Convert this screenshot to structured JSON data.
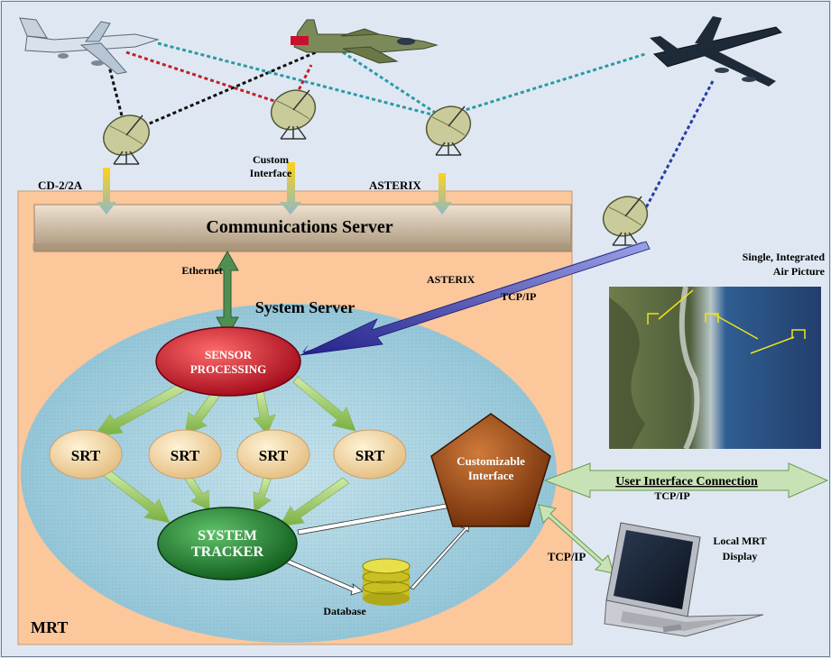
{
  "labels": {
    "cd2": "CD-2/2A",
    "custom_line1": "Custom",
    "custom_line2": "Interface",
    "asterix_top": "ASTERIX",
    "comm_server": "Communications Server",
    "ethernet": "Ethernet",
    "asterix_right": "ASTERIX",
    "tcpip_right": "TCP/IP",
    "system_server": "System Server",
    "sensor_line1": "SENSOR",
    "sensor_line2": "PROCESSING",
    "srt": "SRT",
    "custom_iface_line1": "Customizable",
    "custom_iface_line2": "Interface",
    "tracker_line1": "SYSTEM",
    "tracker_line2": "TRACKER",
    "database": "Database",
    "mrt": "MRT",
    "single_line1": "Single, Integrated",
    "single_line2": "Air Picture",
    "uic": "User Interface Connection",
    "uic_tcpip": "TCP/IP",
    "laptop_tcpip": "TCP/IP",
    "local_line1": "Local MRT",
    "local_line2": "Display"
  },
  "colors": {
    "background": "#dfe8f2",
    "mrt_box": "#fbc79b",
    "comm_server": "#c8b8a0",
    "server_ellipse": "#a8d2e0",
    "sensor_node": "#c8102e",
    "srt_node": "#f4dcae",
    "tracker_node": "#1f7a2e",
    "interface_node": "#9a4a14",
    "link_black": "#111111",
    "link_red": "#c0202a",
    "link_teal": "#2a9aa8",
    "link_blue": "#2b3aa8"
  },
  "icons": [
    "airliner-icon",
    "fighter-jet-icon",
    "bomber-icon",
    "radar-dish-icon",
    "laptop-icon",
    "database-cylinder-icon",
    "satellite-map-image"
  ]
}
